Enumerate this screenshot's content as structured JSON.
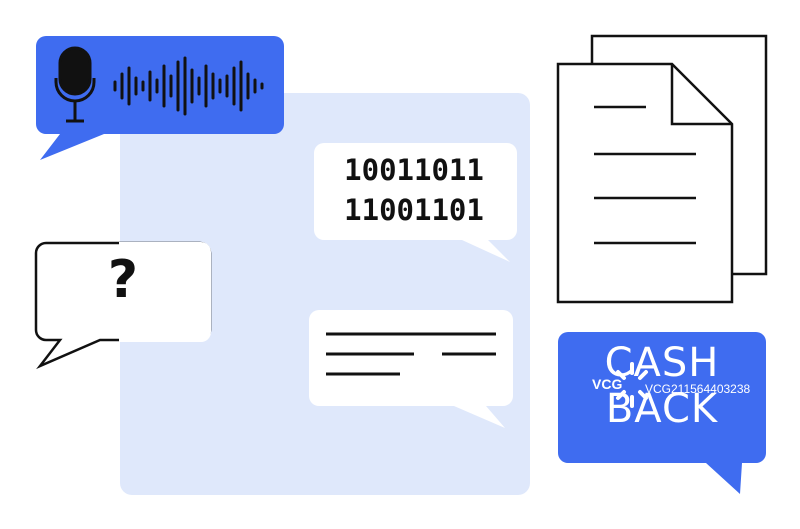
{
  "colors": {
    "accent_blue": "#3f6cf0",
    "panel_blue": "#dfe8fb",
    "ink": "#111111",
    "white": "#ffffff"
  },
  "binary_bubble": {
    "line1": "10011011",
    "line2": "11001101"
  },
  "question_bubble": {
    "symbol": "?"
  },
  "cashback_bubble": {
    "line1": "CASH",
    "line2": "BACK"
  },
  "watermark": {
    "logo": "VCG",
    "id": "VCG211564403238"
  },
  "icons": [
    "microphone-icon",
    "sound-wave-icon",
    "document-stack-icon",
    "text-lines-icon"
  ]
}
